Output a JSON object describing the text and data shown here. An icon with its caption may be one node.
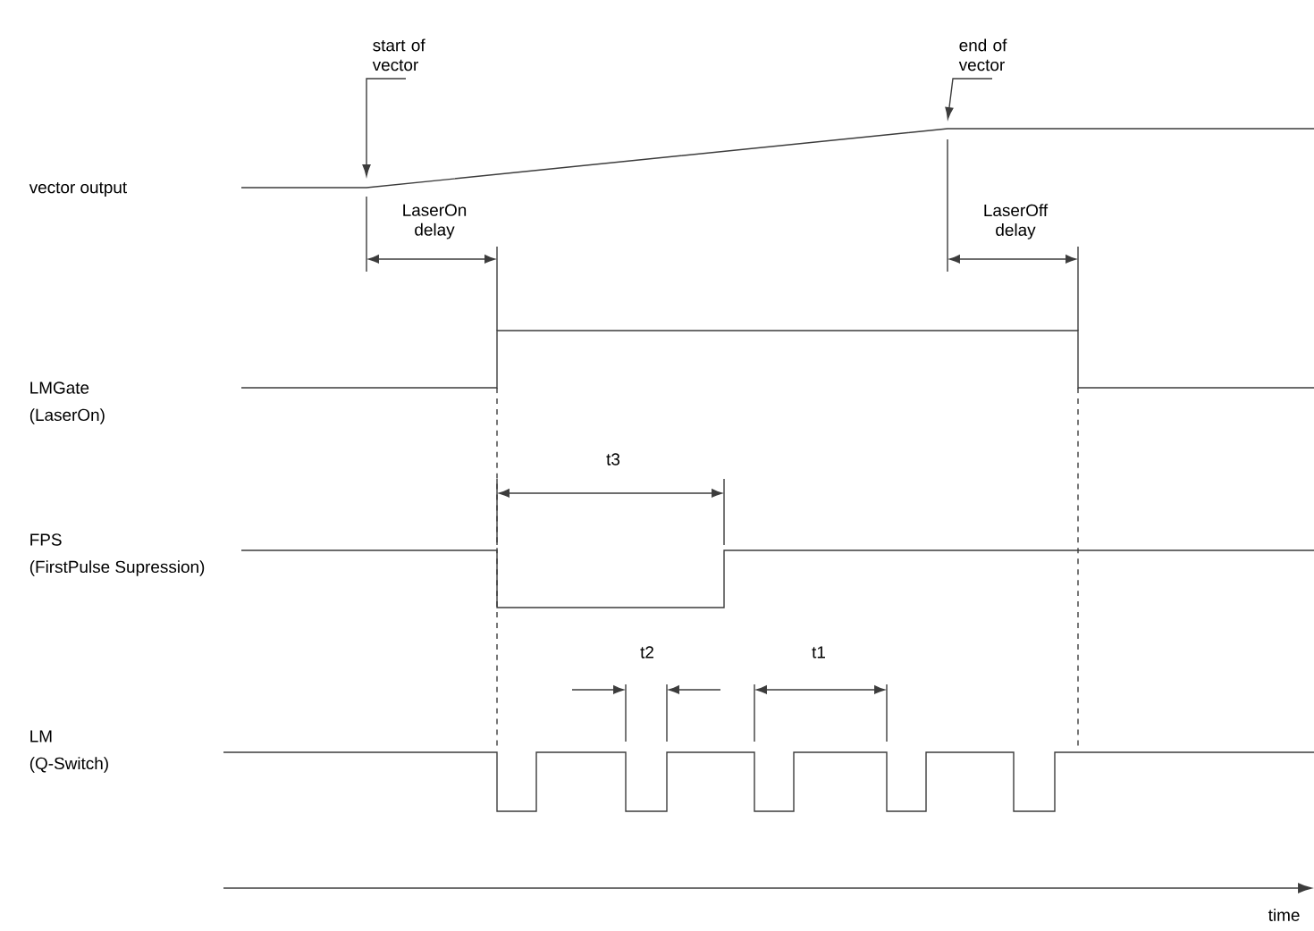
{
  "diagram": {
    "nodes": [
      {
        "text": [
          "start of vector"
        ]
      },
      {
        "text": [
          "end of vector"
        ]
      }
    ],
    "edges": [
      {
        "from": 0,
        "to": null,
        "arrow": "to"
      },
      {
        "from": 1,
        "to": null,
        "arrow": "to"
      }
    ],
    "labels": [
      "vector output",
      "LaserOn delay",
      "LaserOff delay",
      "LMGate",
      "(LaserOn)",
      "t3",
      "FPS",
      "(FirstPulse Supression)",
      "t2",
      "t1",
      "LM",
      "(Q-Switch)",
      "time"
    ]
  }
}
